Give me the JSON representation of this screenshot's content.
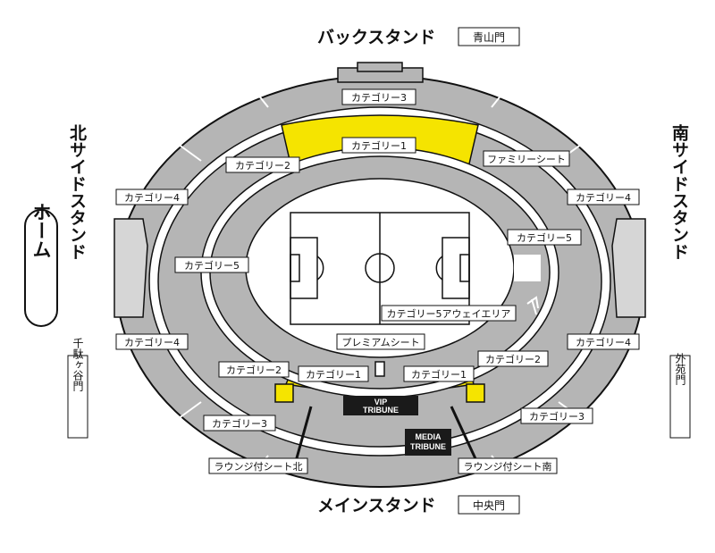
{
  "stands": {
    "back": "バックスタンド",
    "main": "メインスタンド",
    "north": "北サイドスタンド",
    "south": "南サイドスタンド"
  },
  "gates": {
    "back": "青山門",
    "main": "中央門",
    "north": "千駄ヶ谷門",
    "south": "外苑門"
  },
  "home": "ホーム",
  "sections": {
    "cat3_top": "カテゴリー3",
    "cat1_top": "カテゴリー1",
    "cat2_top": "カテゴリー2",
    "family": "ファミリーシート",
    "cat4_nw": "カテゴリー4",
    "cat4_ne": "カテゴリー4",
    "cat5_east": "カテゴリー5",
    "cat5_west": "カテゴリー5",
    "cat5_away": "カテゴリー5アウェイエリア",
    "cat4_sw": "カテゴリー4",
    "cat4_se": "カテゴリー4",
    "premium": "プレミアムシート",
    "cat2_bl": "カテゴリー2",
    "cat1_bl": "カテゴリー1",
    "cat1_br": "カテゴリー1",
    "cat2_br": "カテゴリー2",
    "cat3_bl": "カテゴリー3",
    "cat3_br": "カテゴリー3",
    "lounge_n": "ラウンジ付シート北",
    "lounge_s": "ラウンジ付シート南"
  },
  "boxes": {
    "vip1": "VIP",
    "vip2": "TRIBUNE",
    "media1": "MEDIA",
    "media2": "TRIBUNE"
  },
  "colors": {
    "yellow": "#f5e400",
    "gray": "#b5b5b5",
    "dark": "#1a1a1a"
  }
}
